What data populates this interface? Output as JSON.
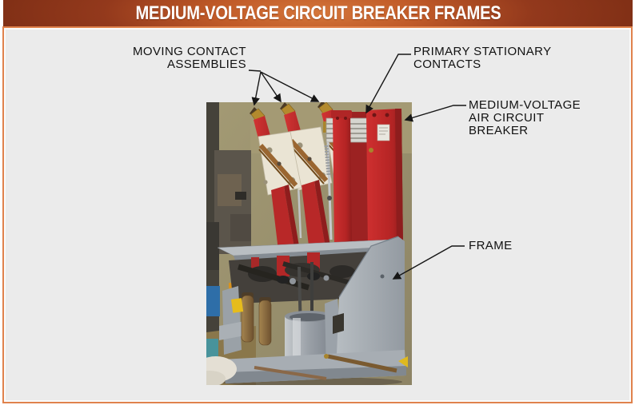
{
  "figure": {
    "title": "MEDIUM-VOLTAGE CIRCUIT BREAKER FRAMES"
  },
  "labels": {
    "moving": {
      "line1": "MOVING CONTACT",
      "line2": "ASSEMBLIES"
    },
    "primary": {
      "line1": "PRIMARY STATIONARY",
      "line2": "CONTACTS"
    },
    "breaker": {
      "line1": "MEDIUM-VOLTAGE",
      "line2": "AIR CIRCUIT",
      "line3": "BREAKER"
    },
    "frame": {
      "line1": "FRAME"
    }
  },
  "icons": {
    "leader_arrow": "black-line-with-solid-triangle-arrowhead"
  },
  "colors": {
    "title_bar_center": "#c05a28",
    "title_bar_edge": "#7c2d14",
    "panel_border": "#e0824c",
    "panel_bg": "#ebebeb",
    "label_text": "#111111",
    "breaker_red": "#c22b2b",
    "insulator_white": "#eae4d4",
    "brass_contact": "#b38a2e",
    "frame_gray": "#aab1b7",
    "wall_olive": "#998f6e"
  },
  "photo": {
    "description": "Three-pole medium-voltage air circuit breaker on gray steel frame in workshop"
  }
}
